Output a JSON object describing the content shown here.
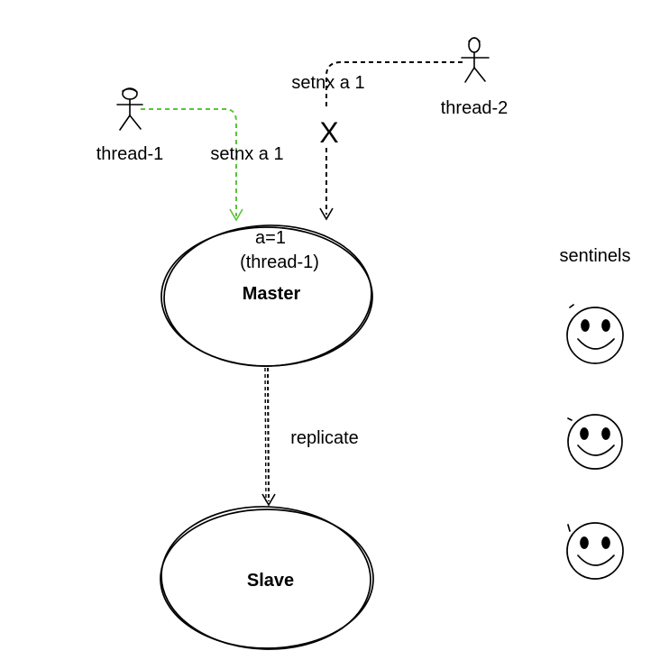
{
  "colors": {
    "stroke": "#000000",
    "green": "#5ac33b",
    "red": "#c82b2b",
    "background": "#ffffff"
  },
  "actors": {
    "thread1": {
      "label": "thread-1"
    },
    "thread2": {
      "label": "thread-2"
    }
  },
  "messages": {
    "thread1_cmd": "setnx a 1",
    "thread2_cmd": "setnx a 1",
    "rejected_mark": "X"
  },
  "master": {
    "label": "Master",
    "value_line": "a=1",
    "owner_line": "(thread-1)"
  },
  "replicate_label": "replicate",
  "slave": {
    "label": "Slave"
  },
  "sentinels": {
    "label": "sentinels",
    "icons": [
      "smiley-icon",
      "smiley-icon",
      "smiley-icon"
    ]
  }
}
